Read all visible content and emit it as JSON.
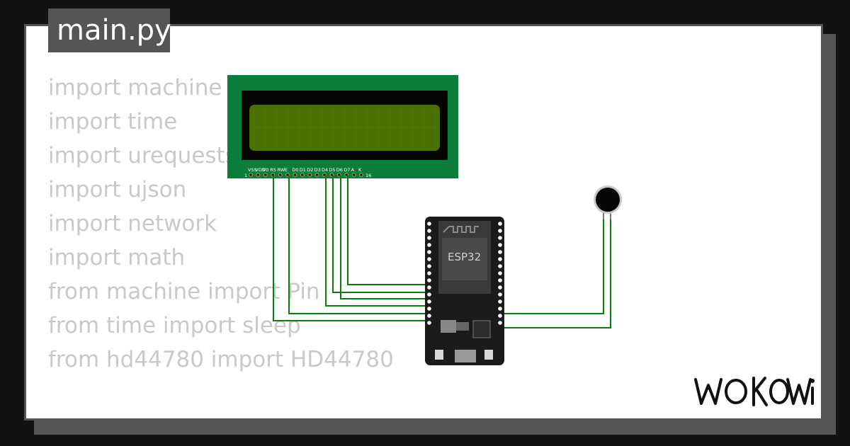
{
  "editor": {
    "file_tab": "main.py",
    "code_lines": [
      "import machine",
      "import time",
      "import urequests",
      "import ujson",
      "import network",
      "import math",
      "from machine import Pin",
      "from time import sleep",
      "from hd44780 import HD44780"
    ]
  },
  "lcd": {
    "pin_labels": [
      "VSS",
      "VDD",
      "V0",
      "RS",
      "RW",
      "E",
      "D0",
      "D1",
      "D2",
      "D3",
      "D4",
      "D5",
      "D6",
      "D7",
      "A",
      "K"
    ],
    "pin_start": "1",
    "pin_end": "16"
  },
  "esp32": {
    "chip_label": "ESP32"
  },
  "brand": {
    "logo_text": "WOKWI"
  },
  "colors": {
    "background": "#121212",
    "card": "#ffffff",
    "tab": "#555555",
    "code_text": "#c9c9c9",
    "lcd_pcb": "#0a7d3a",
    "lcd_screen": "#4a6e00",
    "wire": "#0a7d0a",
    "board": "#1b1b1b"
  }
}
